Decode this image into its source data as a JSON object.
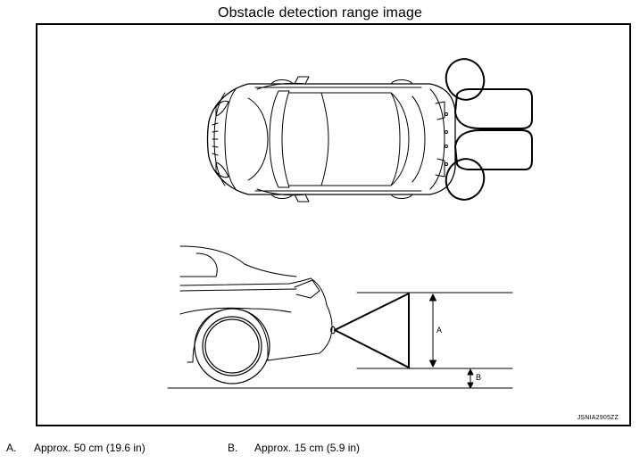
{
  "title": "Obstacle detection range image",
  "figure_code": "JSNIA2905ZZ",
  "labels": {
    "a": "A",
    "b": "B"
  },
  "legend": [
    {
      "key": "A.",
      "text": "Approx. 50 cm (19.6 in)"
    },
    {
      "key": "B.",
      "text": "Approx. 15 cm (5.9 in)"
    }
  ]
}
